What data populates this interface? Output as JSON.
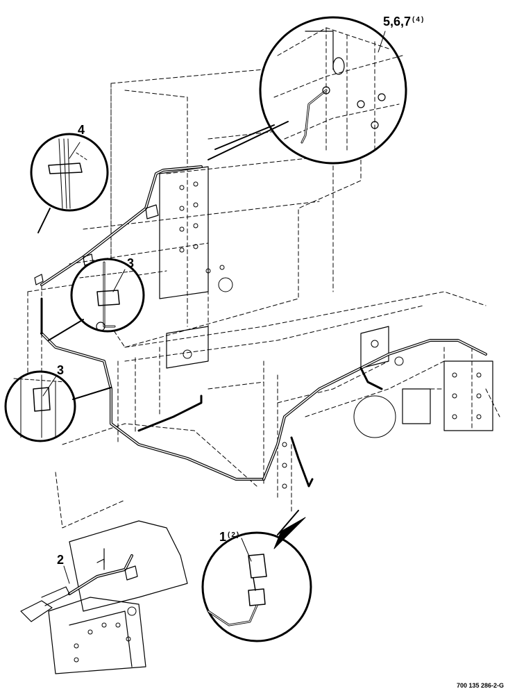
{
  "callouts": [
    {
      "id": "c1",
      "number": "1",
      "qty": "(2)"
    },
    {
      "id": "c2",
      "number": "2",
      "qty": ""
    },
    {
      "id": "c3a",
      "number": "3",
      "qty": ""
    },
    {
      "id": "c3b",
      "number": "3",
      "qty": ""
    },
    {
      "id": "c4",
      "number": "4",
      "qty": ""
    },
    {
      "id": "c567",
      "number": "5,6,7",
      "qty": "(4)"
    }
  ],
  "figure_id": "700 135 286-2-G"
}
